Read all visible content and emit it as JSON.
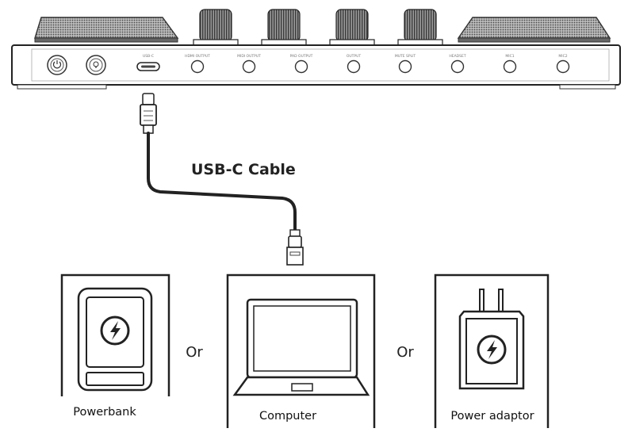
{
  "mixer": {
    "ports": [
      {
        "name": "power",
        "label": ""
      },
      {
        "name": "light",
        "label": ""
      },
      {
        "name": "usb-c",
        "label": "USB-C"
      },
      {
        "name": "port-1",
        "label": "HDMI OUTPUT"
      },
      {
        "name": "port-2",
        "label": "MIDI OUTPUT"
      },
      {
        "name": "port-3",
        "label": "PAD OUTPUT"
      },
      {
        "name": "port-4",
        "label": "OUTPUT"
      },
      {
        "name": "port-5",
        "label": "MUTE SPLIT"
      },
      {
        "name": "port-6",
        "label": "HEADSET"
      },
      {
        "name": "port-7",
        "label": "MIC1"
      },
      {
        "name": "port-8",
        "label": "MIC2"
      }
    ]
  },
  "cable": {
    "label": "USB-C Cable"
  },
  "devices": {
    "powerbank": {
      "label": "Powerbank"
    },
    "computer": {
      "label": "Computer"
    },
    "adaptor": {
      "label": "Power adaptor"
    }
  },
  "separators": {
    "or_1": "Or",
    "or_2": "Or"
  },
  "icons": {
    "bolt": "lightning-bolt-icon",
    "power": "power-icon",
    "light": "light-bulb-icon"
  },
  "colors": {
    "line": "#222222",
    "grill": "#555555",
    "background": "#ffffff"
  }
}
